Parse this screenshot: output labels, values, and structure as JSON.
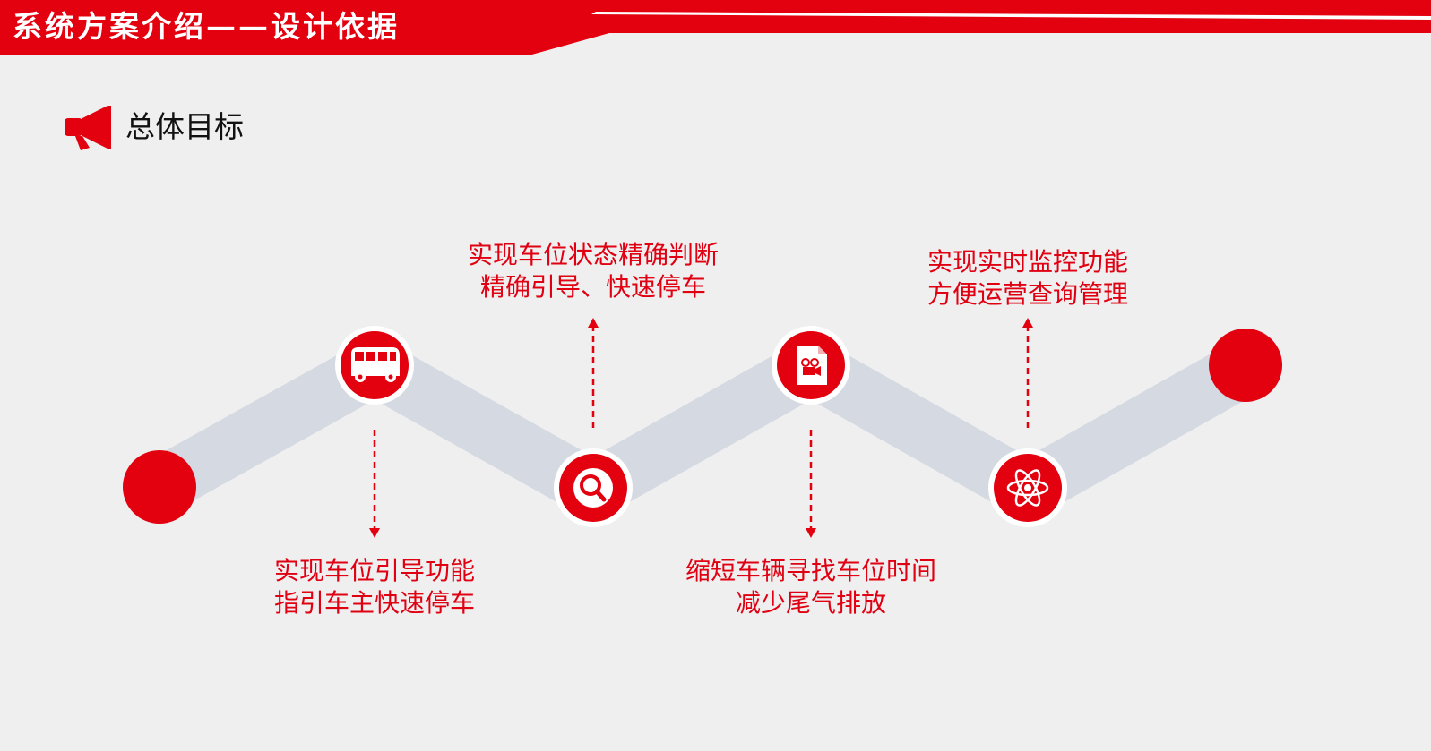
{
  "header": {
    "title": "系统方案介绍——设计依据"
  },
  "section": {
    "title": "总体目标"
  },
  "colors": {
    "accent": "#e3000f",
    "band": "#d4d9e2",
    "background": "#efefef"
  },
  "timeline": {
    "nodes": [
      {
        "icon": ""
      },
      {
        "icon": "bus-icon"
      },
      {
        "icon": "search-icon"
      },
      {
        "icon": "video-file-icon"
      },
      {
        "icon": "atom-icon"
      },
      {
        "icon": ""
      }
    ],
    "goals": [
      {
        "line1": "实现车位引导功能",
        "line2": "指引车主快速停车"
      },
      {
        "line1": "实现车位状态精确判断",
        "line2": "精确引导、快速停车"
      },
      {
        "line1": "缩短车辆寻找车位时间",
        "line2": "减少尾气排放"
      },
      {
        "line1": "实现实时监控功能",
        "line2": "方便运营查询管理"
      }
    ]
  }
}
